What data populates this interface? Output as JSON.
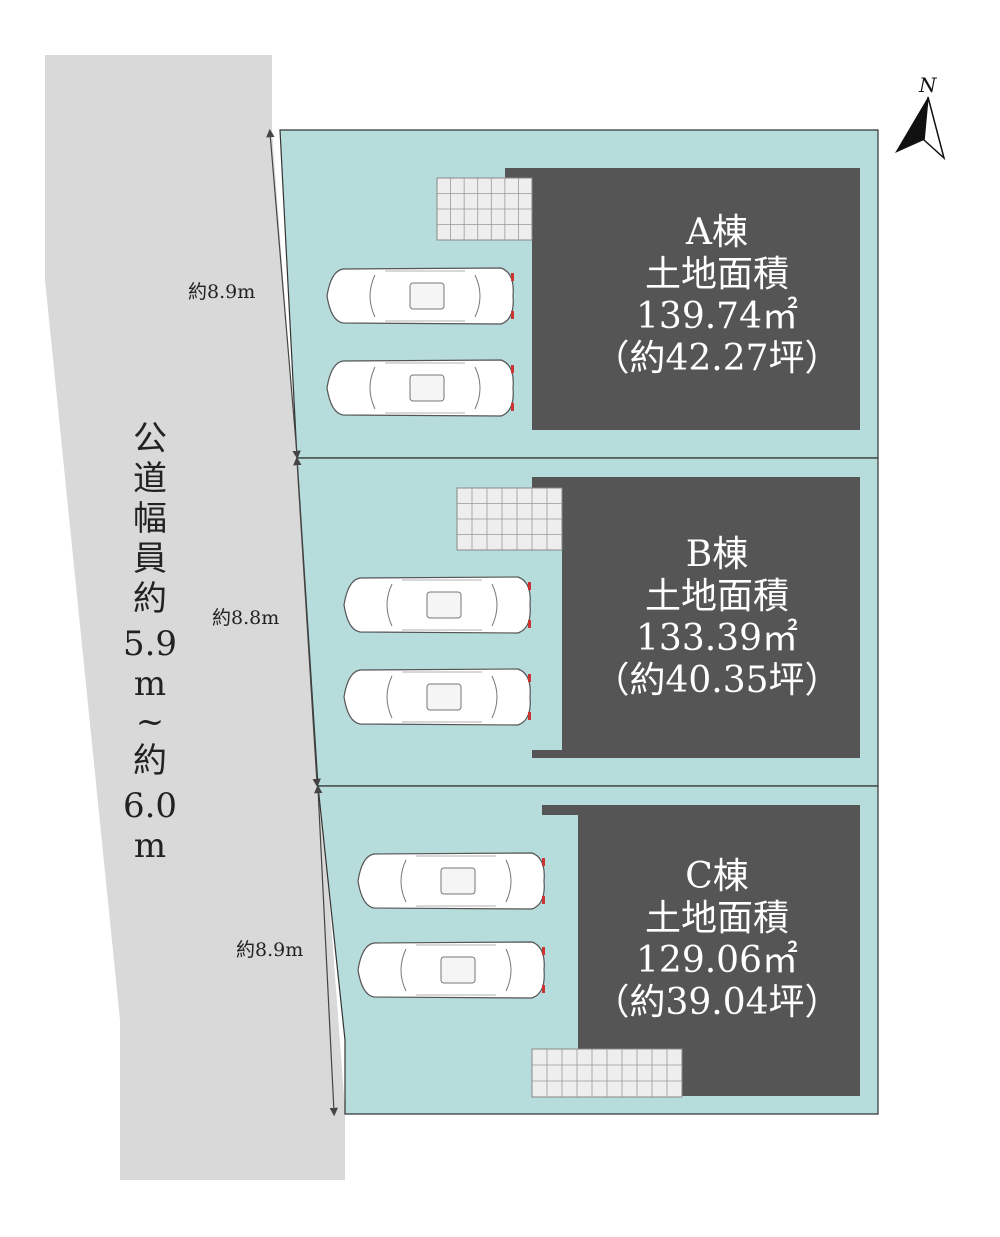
{
  "colors": {
    "road": "#d9d9d9",
    "land": "#b7dcdc",
    "building": "#555555",
    "outline": "#333333",
    "paving": "#eeeeee",
    "car_body": "#ffffff",
    "car_light": "#cc3333"
  },
  "compass": {
    "label": "N",
    "icon": "north-arrow-icon"
  },
  "road": {
    "label_chars": [
      "公",
      "道",
      "幅",
      "員",
      "約",
      "5.9",
      "m",
      "~",
      "約",
      "6.0",
      "m"
    ]
  },
  "frontage": [
    {
      "label": "約8.9m"
    },
    {
      "label": "約8.8m"
    },
    {
      "label": "約8.9m"
    }
  ],
  "lots": [
    {
      "name": "A棟",
      "area_title": "土地面積",
      "area": "139.74㎡",
      "tsubo": "（約42.27坪）",
      "parking_spaces": 2
    },
    {
      "name": "B棟",
      "area_title": "土地面積",
      "area": "133.39㎡",
      "tsubo": "（約40.35坪）",
      "parking_spaces": 2
    },
    {
      "name": "C棟",
      "area_title": "土地面積",
      "area": "129.06㎡",
      "tsubo": "（約39.04坪）",
      "parking_spaces": 2
    }
  ]
}
